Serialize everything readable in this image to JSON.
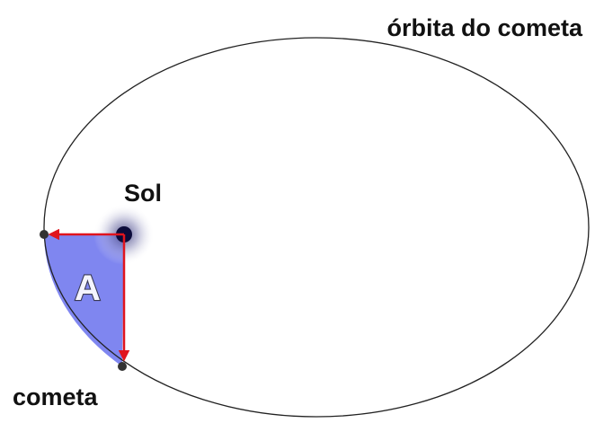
{
  "labels": {
    "orbit": "órbita do cometa",
    "sun": "Sol",
    "comet": "cometa",
    "area": "A"
  },
  "colors": {
    "orbit_stroke": "#222222",
    "swept_area": "#7f86f0",
    "arrow": "#e0141e",
    "sun_core": "#0b0b3a",
    "sun_glow": "#6a6aa8",
    "point": "#333333",
    "area_letter_fill": "#f4f4ff",
    "area_letter_stroke": "#3a3a55"
  }
}
